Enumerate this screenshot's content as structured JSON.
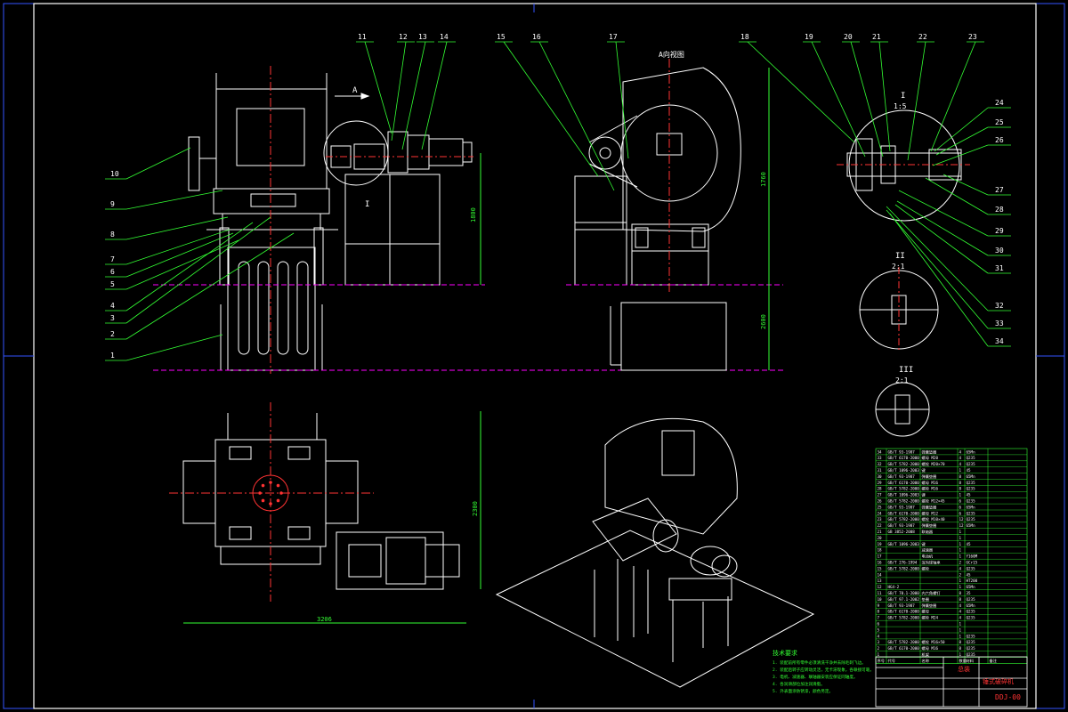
{
  "drawing": {
    "colors": {
      "background": "#000000",
      "frame": "#ffffff",
      "border": "#3355ff",
      "part": "#ffffff",
      "centerline": "#ff3333",
      "dimension": "#33ff33",
      "hidden": "#ff00ff",
      "yellow": "#ffff33",
      "cyan": "#00ffff"
    },
    "balloons_top": [
      "11",
      "12",
      "13",
      "14",
      "15",
      "16",
      "17",
      "18",
      "19",
      "20",
      "21",
      "22",
      "23"
    ],
    "balloons_left": [
      "10",
      "9",
      "8",
      "7",
      "6",
      "5",
      "4",
      "3",
      "2",
      "1"
    ],
    "balloons_right": [
      "24",
      "25",
      "26",
      "27",
      "28",
      "29",
      "30",
      "31",
      "32",
      "33",
      "34"
    ],
    "section_marks": {
      "view_a_arrow": "A",
      "view_a_title": "A向视图",
      "detail_i": "I",
      "detail_i_scale": "1:5",
      "detail_ii": "II",
      "detail_ii_scale": "2:1",
      "detail_iii": "III",
      "detail_iii_scale": "2:1"
    },
    "dimensions": {
      "front_height": "1800",
      "side_height": "1760",
      "side_total": "2600",
      "plan_width": "3206",
      "plan_depth": "2300"
    },
    "notes": {
      "title": "技术要求",
      "lines": [
        "1. 装配前所有零件必须清洗干净并去除毛刺飞边。",
        "2. 装配后转子应转动灵活，无卡滞现象，各联接可靠。",
        "3. 电机、减速器、联轴器安装应保证同轴度。",
        "4. 各润滑部位加注润滑脂。",
        "5. 外表面涂防锈漆，颜色另定。"
      ]
    },
    "bom": {
      "rows": [
        {
          "no": "34",
          "code": "GB/T 93-1987",
          "name": "弹簧垫圈",
          "qty": "4",
          "mat": "65Mn"
        },
        {
          "no": "33",
          "code": "GB/T 6170-2000",
          "name": "螺母 M20",
          "qty": "4",
          "mat": "Q235"
        },
        {
          "no": "32",
          "code": "GB/T 5782-2000",
          "name": "螺栓 M20×70",
          "qty": "4",
          "mat": "Q235"
        },
        {
          "no": "31",
          "code": "GB/T 1096-2003",
          "name": "键",
          "qty": "1",
          "mat": "45"
        },
        {
          "no": "30",
          "code": "GB/T 93-1987",
          "name": "弹簧垫圈",
          "qty": "8",
          "mat": "65Mn"
        },
        {
          "no": "29",
          "code": "GB/T 6170-2000",
          "name": "螺母 M16",
          "qty": "8",
          "mat": "Q235"
        },
        {
          "no": "28",
          "code": "GB/T 5782-2000",
          "name": "螺栓 M16",
          "qty": "8",
          "mat": "Q235"
        },
        {
          "no": "27",
          "code": "GB/T 1096-2003",
          "name": "键",
          "qty": "1",
          "mat": "45"
        },
        {
          "no": "26",
          "code": "GB/T 5782-2000",
          "name": "螺栓 M12×45",
          "qty": "6",
          "mat": "Q235"
        },
        {
          "no": "25",
          "code": "GB/T 93-1987",
          "name": "弹簧垫圈",
          "qty": "6",
          "mat": "65Mn"
        },
        {
          "no": "24",
          "code": "GB/T 6170-2000",
          "name": "螺母 M12",
          "qty": "6",
          "mat": "Q235"
        },
        {
          "no": "23",
          "code": "GB/T 5782-2000",
          "name": "螺栓 M10×40",
          "qty": "12",
          "mat": "Q235"
        },
        {
          "no": "22",
          "code": "GB/T 93-1987",
          "name": "弹簧垫圈",
          "qty": "12",
          "mat": "65Mn"
        },
        {
          "no": "21",
          "code": "GB 3852-2008",
          "name": "联轴器",
          "qty": "1",
          "mat": ""
        },
        {
          "no": "20",
          "code": "",
          "name": "",
          "qty": "1",
          "mat": ""
        },
        {
          "no": "19",
          "code": "GB/T 1096-2003",
          "name": "键",
          "qty": "1",
          "mat": "45"
        },
        {
          "no": "18",
          "code": "",
          "name": "减速器",
          "qty": "1",
          "mat": ""
        },
        {
          "no": "17",
          "code": "",
          "name": "电动机",
          "qty": "1",
          "mat": "Y160M"
        },
        {
          "no": "16",
          "code": "GB/T 276-1994",
          "name": "深沟球轴承",
          "qty": "2",
          "mat": "GCr15"
        },
        {
          "no": "15",
          "code": "GB/T 5782-2000",
          "name": "螺栓",
          "qty": "4",
          "mat": "Q235"
        },
        {
          "no": "14",
          "code": "",
          "name": "",
          "qty": "2",
          "mat": "45"
        },
        {
          "no": "13",
          "code": "",
          "name": "",
          "qty": "1",
          "mat": "HT200"
        },
        {
          "no": "12",
          "code": "HG4-2",
          "name": "",
          "qty": "1",
          "mat": "65Mn"
        },
        {
          "no": "11",
          "code": "GB/T 70.1-2000",
          "name": "内六角螺钉",
          "qty": "8",
          "mat": "35"
        },
        {
          "no": "10",
          "code": "GB/T 97.1-2002",
          "name": "垫圈",
          "qty": "8",
          "mat": "Q235"
        },
        {
          "no": "9",
          "code": "GB/T 93-1987",
          "name": "弹簧垫圈",
          "qty": "4",
          "mat": "65Mn"
        },
        {
          "no": "8",
          "code": "GB/T 6170-2000",
          "name": "螺母",
          "qty": "4",
          "mat": "Q235"
        },
        {
          "no": "7",
          "code": "GB/T 5782-2000",
          "name": "螺栓 M24",
          "qty": "4",
          "mat": "Q235"
        },
        {
          "no": "6",
          "code": "",
          "name": "",
          "qty": "1",
          "mat": ""
        },
        {
          "no": "5",
          "code": "",
          "name": "",
          "qty": "1",
          "mat": ""
        },
        {
          "no": "4",
          "code": "",
          "name": "",
          "qty": "1",
          "mat": "Q235"
        },
        {
          "no": "3",
          "code": "GB/T 5782-2000",
          "name": "螺栓 M16×50",
          "qty": "8",
          "mat": "Q235"
        },
        {
          "no": "2",
          "code": "GB/T 6170-2000",
          "name": "螺母 M16",
          "qty": "8",
          "mat": "Q235"
        },
        {
          "no": "1",
          "code": "",
          "name": "机架",
          "qty": "1",
          "mat": "Q235"
        }
      ]
    },
    "title_block": {
      "drawing_name": "锤式破碎机",
      "drawing_no": "DDJ-00",
      "company": "总装",
      "header_row": [
        "序号",
        "代号",
        "名称",
        "数量",
        "材料",
        "备注"
      ]
    }
  }
}
